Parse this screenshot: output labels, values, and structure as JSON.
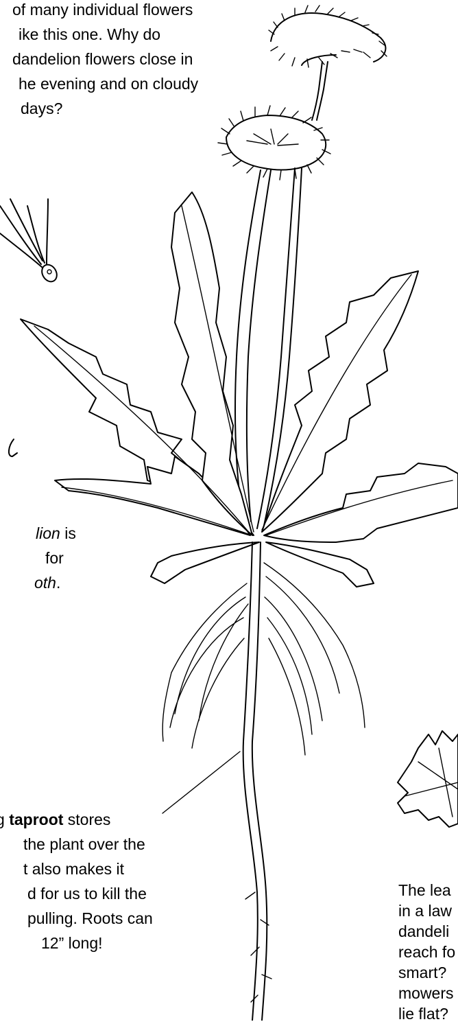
{
  "flower_caption": {
    "lines": [
      "of many individual flowers",
      "ike this one. Why do",
      "dandelion flowers close in",
      "he evening and on cloudy",
      "days?"
    ]
  },
  "lion_caption": {
    "line1_italic": "lion",
    "line1_rest": " is",
    "line2": "for",
    "line3_italic": "oth",
    "line3_rest": "."
  },
  "taproot_caption": {
    "line1_before": "g ",
    "line1_bold": "taproot",
    "line1_after": " stores",
    "line2": "the plant over the",
    "line3": "t also makes it",
    "line4": "d for us to kill the",
    "line5": "pulling. Roots can",
    "line6": "12” long!"
  },
  "lawn_caption": {
    "lines": [
      "The lea",
      "in a law",
      "dandeli",
      "reach fo",
      "smart?",
      "mowers",
      "lie flat?"
    ]
  }
}
